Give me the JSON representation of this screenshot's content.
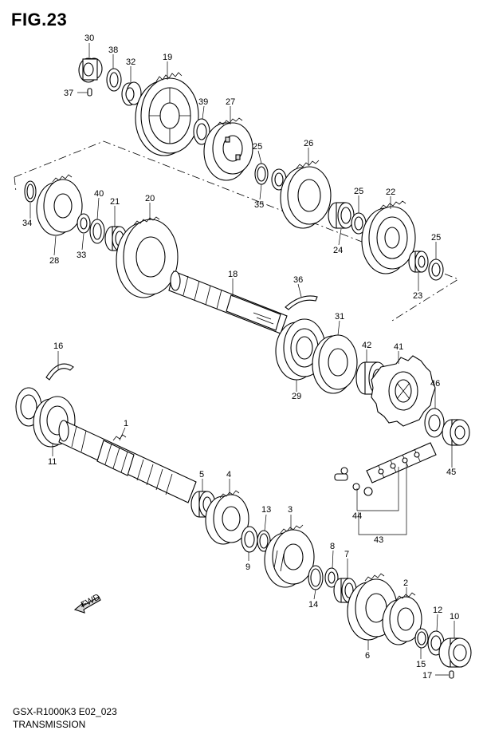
{
  "figure": {
    "title": "FIG.23",
    "model_code": "GSX-R1000K3 E02_023",
    "section_name": "TRANSMISSION",
    "direction_marker": "FWD"
  },
  "parts": {
    "p1": "1",
    "p2": "2",
    "p3": "3",
    "p4": "4",
    "p5": "5",
    "p6": "6",
    "p7": "7",
    "p8": "8",
    "p9": "9",
    "p10": "10",
    "p11": "11",
    "p12": "12",
    "p13": "13",
    "p14": "14",
    "p15": "15",
    "p16": "16",
    "p17": "17",
    "p18": "18",
    "p19": "19",
    "p20": "20",
    "p21": "21",
    "p22": "22",
    "p23": "23",
    "p24": "24",
    "p25a": "25",
    "p25b": "25",
    "p25c": "25",
    "p26": "26",
    "p27": "27",
    "p28": "28",
    "p29": "29",
    "p30": "30",
    "p31": "31",
    "p32": "32",
    "p33": "33",
    "p34": "34",
    "p35": "35",
    "p36": "36",
    "p37": "37",
    "p38": "38",
    "p39": "39",
    "p40": "40",
    "p41": "41",
    "p42": "42",
    "p43": "43",
    "p44": "44",
    "p45": "45",
    "p46": "46"
  }
}
